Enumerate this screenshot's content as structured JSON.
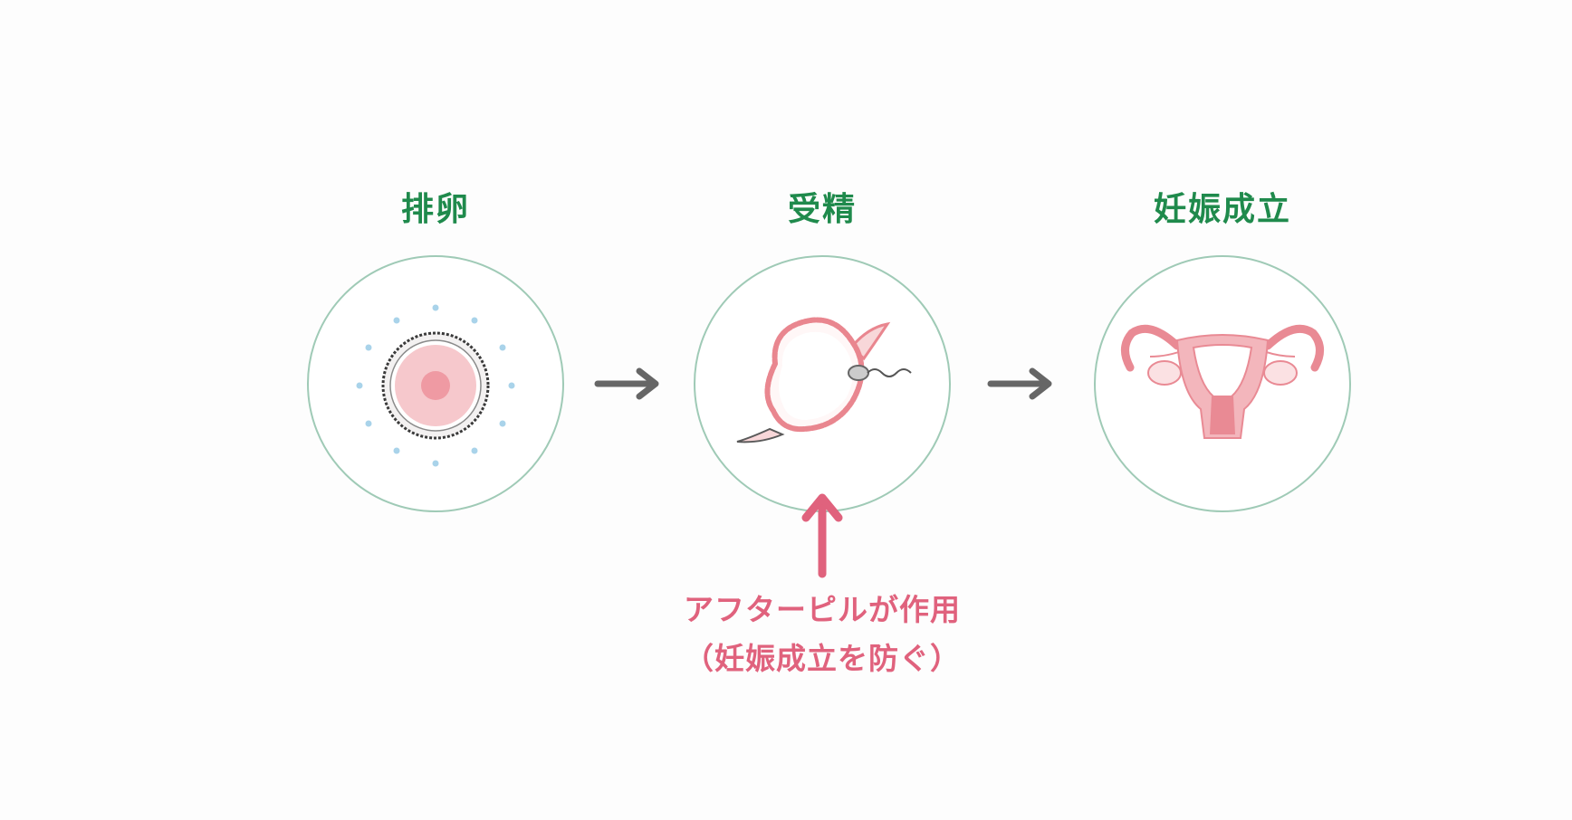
{
  "stages": [
    {
      "title": "排卵",
      "icon": "egg-cell-icon"
    },
    {
      "title": "受精",
      "icon": "fertilization-icon"
    },
    {
      "title": "妊娠成立",
      "icon": "uterus-icon"
    }
  ],
  "note": {
    "line1": "アフターピルが作用",
    "line2": "（妊娠成立を防ぐ）"
  },
  "colors": {
    "title": "#1f8a4c",
    "note": "#e0627d",
    "circle_border": "#9fcab6",
    "arrow_gray": "#666666",
    "arrow_pink": "#e0627d",
    "cell_pink": "#f6c8cc"
  }
}
